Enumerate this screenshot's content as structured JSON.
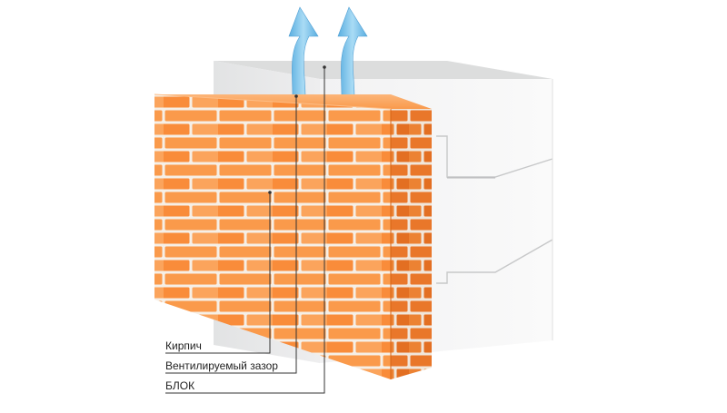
{
  "labels": {
    "brick": "Кирпич",
    "gap": "Вентилируемый зазор",
    "block": "БЛОК"
  },
  "colors": {
    "brick_light": "#fba762",
    "brick_mid": "#f98f3e",
    "brick_dark": "#e66f22",
    "mortar": "#f6efe6",
    "block_front": "#e9eaeb",
    "block_side": "#f4f4f4",
    "block_top": "#d9dadb",
    "arrow": "#7cc2ea",
    "line": "#333333"
  }
}
